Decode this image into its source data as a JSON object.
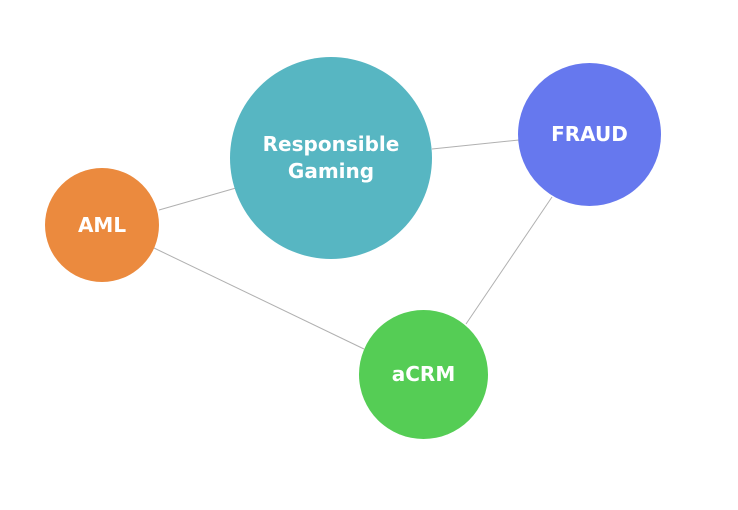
{
  "nodes": [
    {
      "id": "responsible-gaming",
      "label_line1": "Responsible",
      "label_line2": "Gaming",
      "color": "#57b6c2"
    },
    {
      "id": "fraud",
      "label": "FRAUD",
      "color": "#6678ee"
    },
    {
      "id": "aml",
      "label": "AML",
      "color": "#eb8a3e"
    },
    {
      "id": "acrm",
      "label": "aCRM",
      "color": "#55cd55"
    }
  ],
  "edges": [
    {
      "from": "aml",
      "to": "responsible-gaming"
    },
    {
      "from": "responsible-gaming",
      "to": "fraud"
    },
    {
      "from": "aml",
      "to": "acrm"
    },
    {
      "from": "fraud",
      "to": "acrm"
    }
  ],
  "edge_color": "#b0b0b0"
}
